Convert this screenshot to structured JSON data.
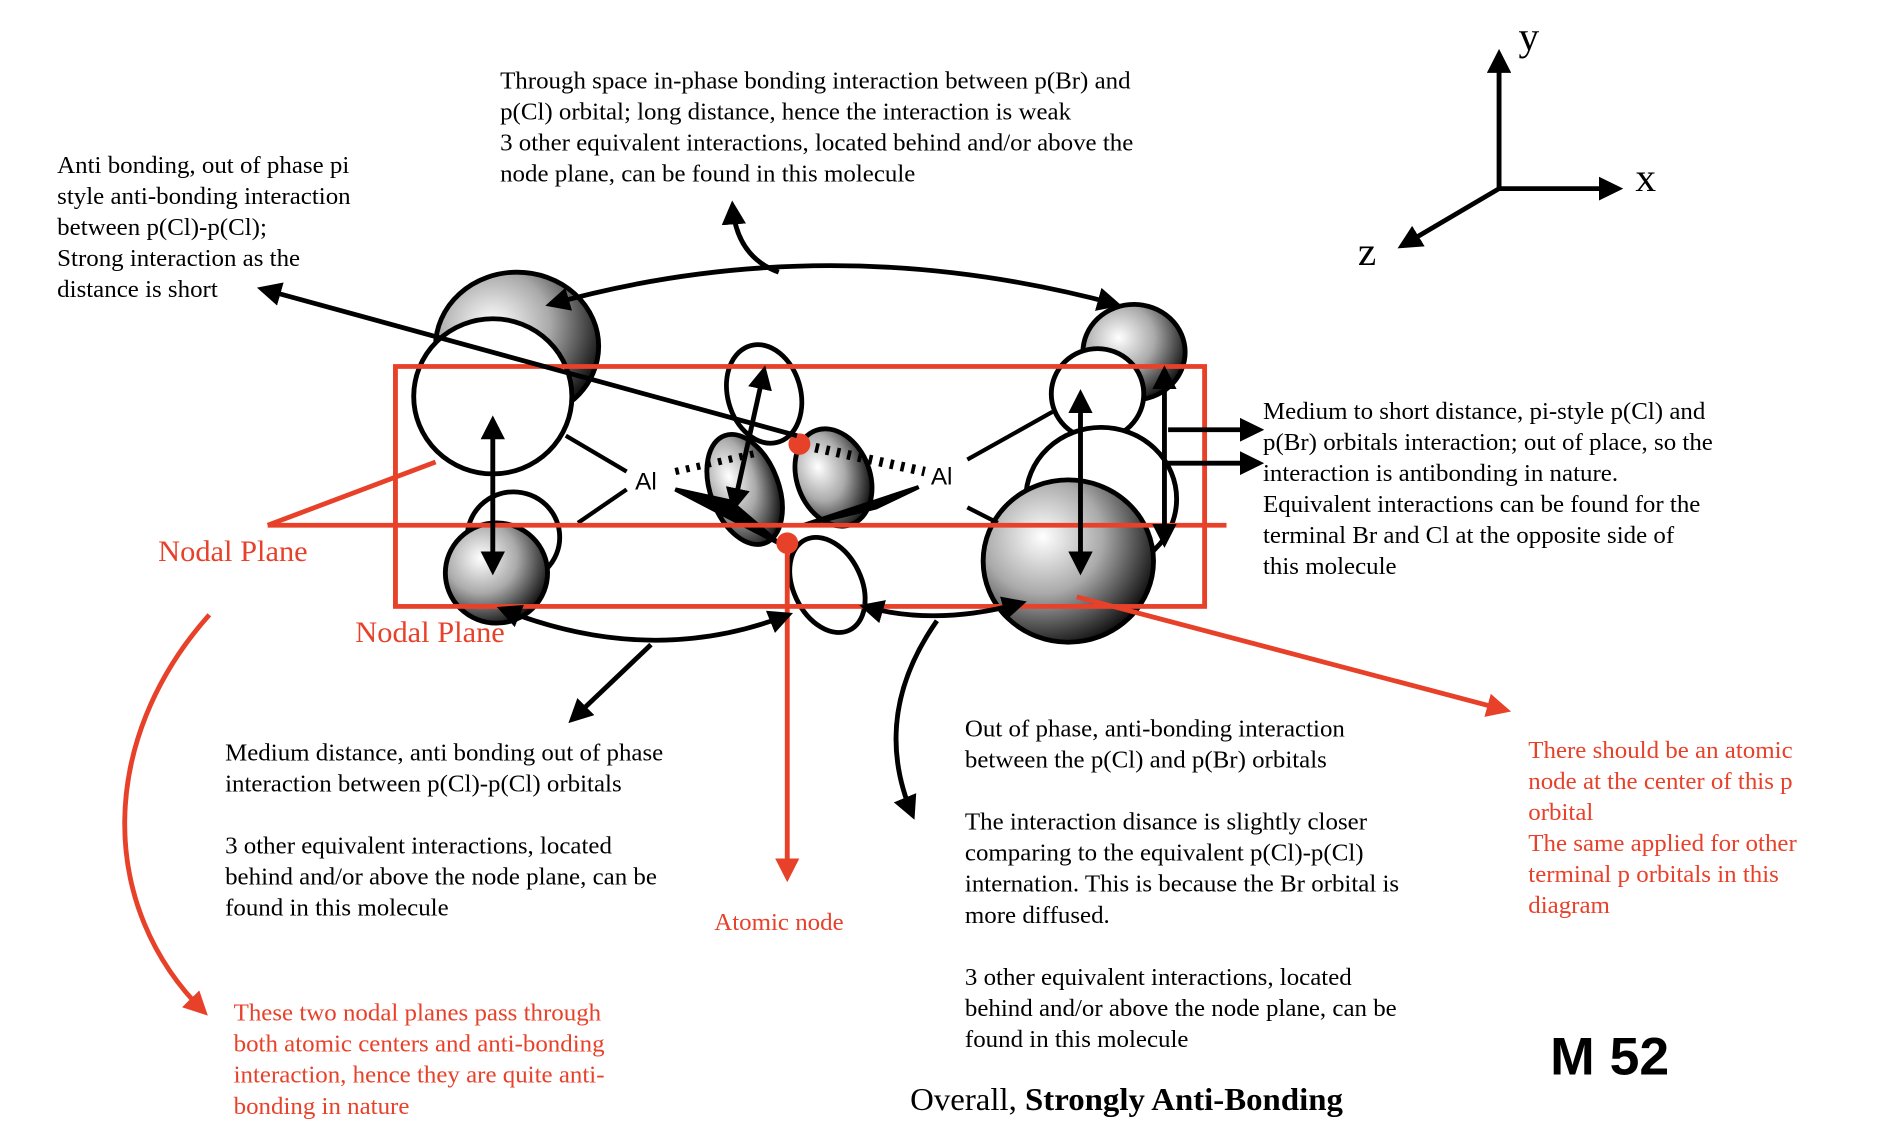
{
  "axes": {
    "y": "y",
    "x": "x",
    "z": "z"
  },
  "atoms": [
    "Al",
    "Al"
  ],
  "top_note": [
    "Through space in-phase bonding interaction between p(Br) and",
    "p(Cl) orbital; long distance, hence the interaction is weak",
    "3 other equivalent interactions, located behind and/or above the",
    "node plane, can be found in this molecule"
  ],
  "left_note": [
    "Anti bonding, out of phase pi",
    "style anti-bonding interaction",
    "between p(Cl)-p(Cl);",
    "Strong interaction as the",
    "distance is short"
  ],
  "right_note": [
    "Medium to short distance, pi-style  p(Cl) and",
    "p(Br) orbitals interaction; out of place, so the",
    "interaction is antibonding in nature.",
    "Equivalent interactions can be found for the",
    "terminal Br and Cl at the opposite side of",
    "this molecule"
  ],
  "nodal_plane_labels": [
    "Nodal Plane",
    "Nodal Plane"
  ],
  "bottom_left_note": [
    "Medium distance, anti bonding out of phase",
    "interaction between p(Cl)-p(Cl) orbitals",
    "3 other equivalent interactions, located",
    "behind and/or above the node plane, can be",
    "found in this molecule"
  ],
  "atomic_node_label": "Atomic node",
  "bottom_mid_note": [
    "Out of phase, anti-bonding interaction",
    "between the p(Cl) and p(Br) orbitals",
    "The interaction disance is slightly closer",
    "comparing to the equivalent p(Cl)-p(Cl)",
    "internation. This is because the Br orbital is",
    "more diffused.",
    "3 other equivalent interactions, located",
    "behind and/or above the node plane, can be",
    "found in this molecule"
  ],
  "right_red_note": [
    "There should be an atomic",
    "node at the center of this p",
    "orbital",
    "The same applied for other",
    "terminal p orbitals in this",
    "diagram"
  ],
  "bottom_red_note": [
    "These two nodal planes pass through",
    "both atomic centers and anti-bonding",
    "interaction, hence they are quite anti-",
    "bonding in nature"
  ],
  "overall": {
    "prefix": "Overall, ",
    "emphasis": "Strongly Anti-Bonding"
  },
  "label": "M 52",
  "colors": {
    "annotation": "#e8412a",
    "text": "#000000"
  }
}
